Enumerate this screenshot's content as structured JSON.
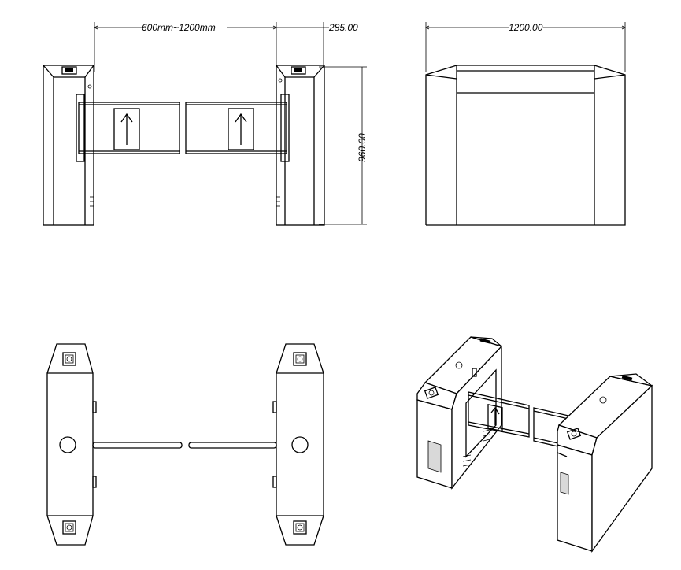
{
  "dimensions": {
    "passage_width": "600mm~1200mm",
    "cabinet_width": "285.00",
    "height": "960.00",
    "length": "1200.00"
  },
  "views": [
    "front-view",
    "side-view",
    "top-view",
    "isometric-view"
  ],
  "colors": {
    "line": "#000000",
    "background": "#ffffff",
    "shade": "#d9d9d9"
  }
}
